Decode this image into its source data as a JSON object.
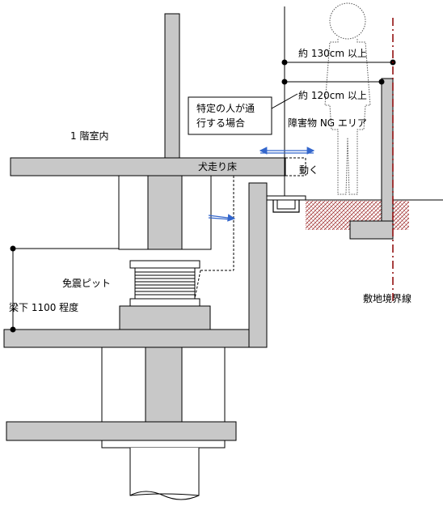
{
  "labels": {
    "room": "1 階室内",
    "corridor_floor": "犬走り床",
    "moves": "動く",
    "seismic_pit": "免震ピット",
    "below_beam": "梁下 1100 程度",
    "height_130": "約 130cm 以上",
    "height_120": "約 120cm 以上",
    "obstacle_area": "障害物 NG エリア",
    "boundary_line": "敷地境界線",
    "note_line1": "特定の人が通",
    "note_line2": "行する場合"
  },
  "colors": {
    "structure": "#c8c8c8",
    "arrow": "#3366cc",
    "boundary": "#8b0000",
    "soil_hatch": "#a03030"
  }
}
